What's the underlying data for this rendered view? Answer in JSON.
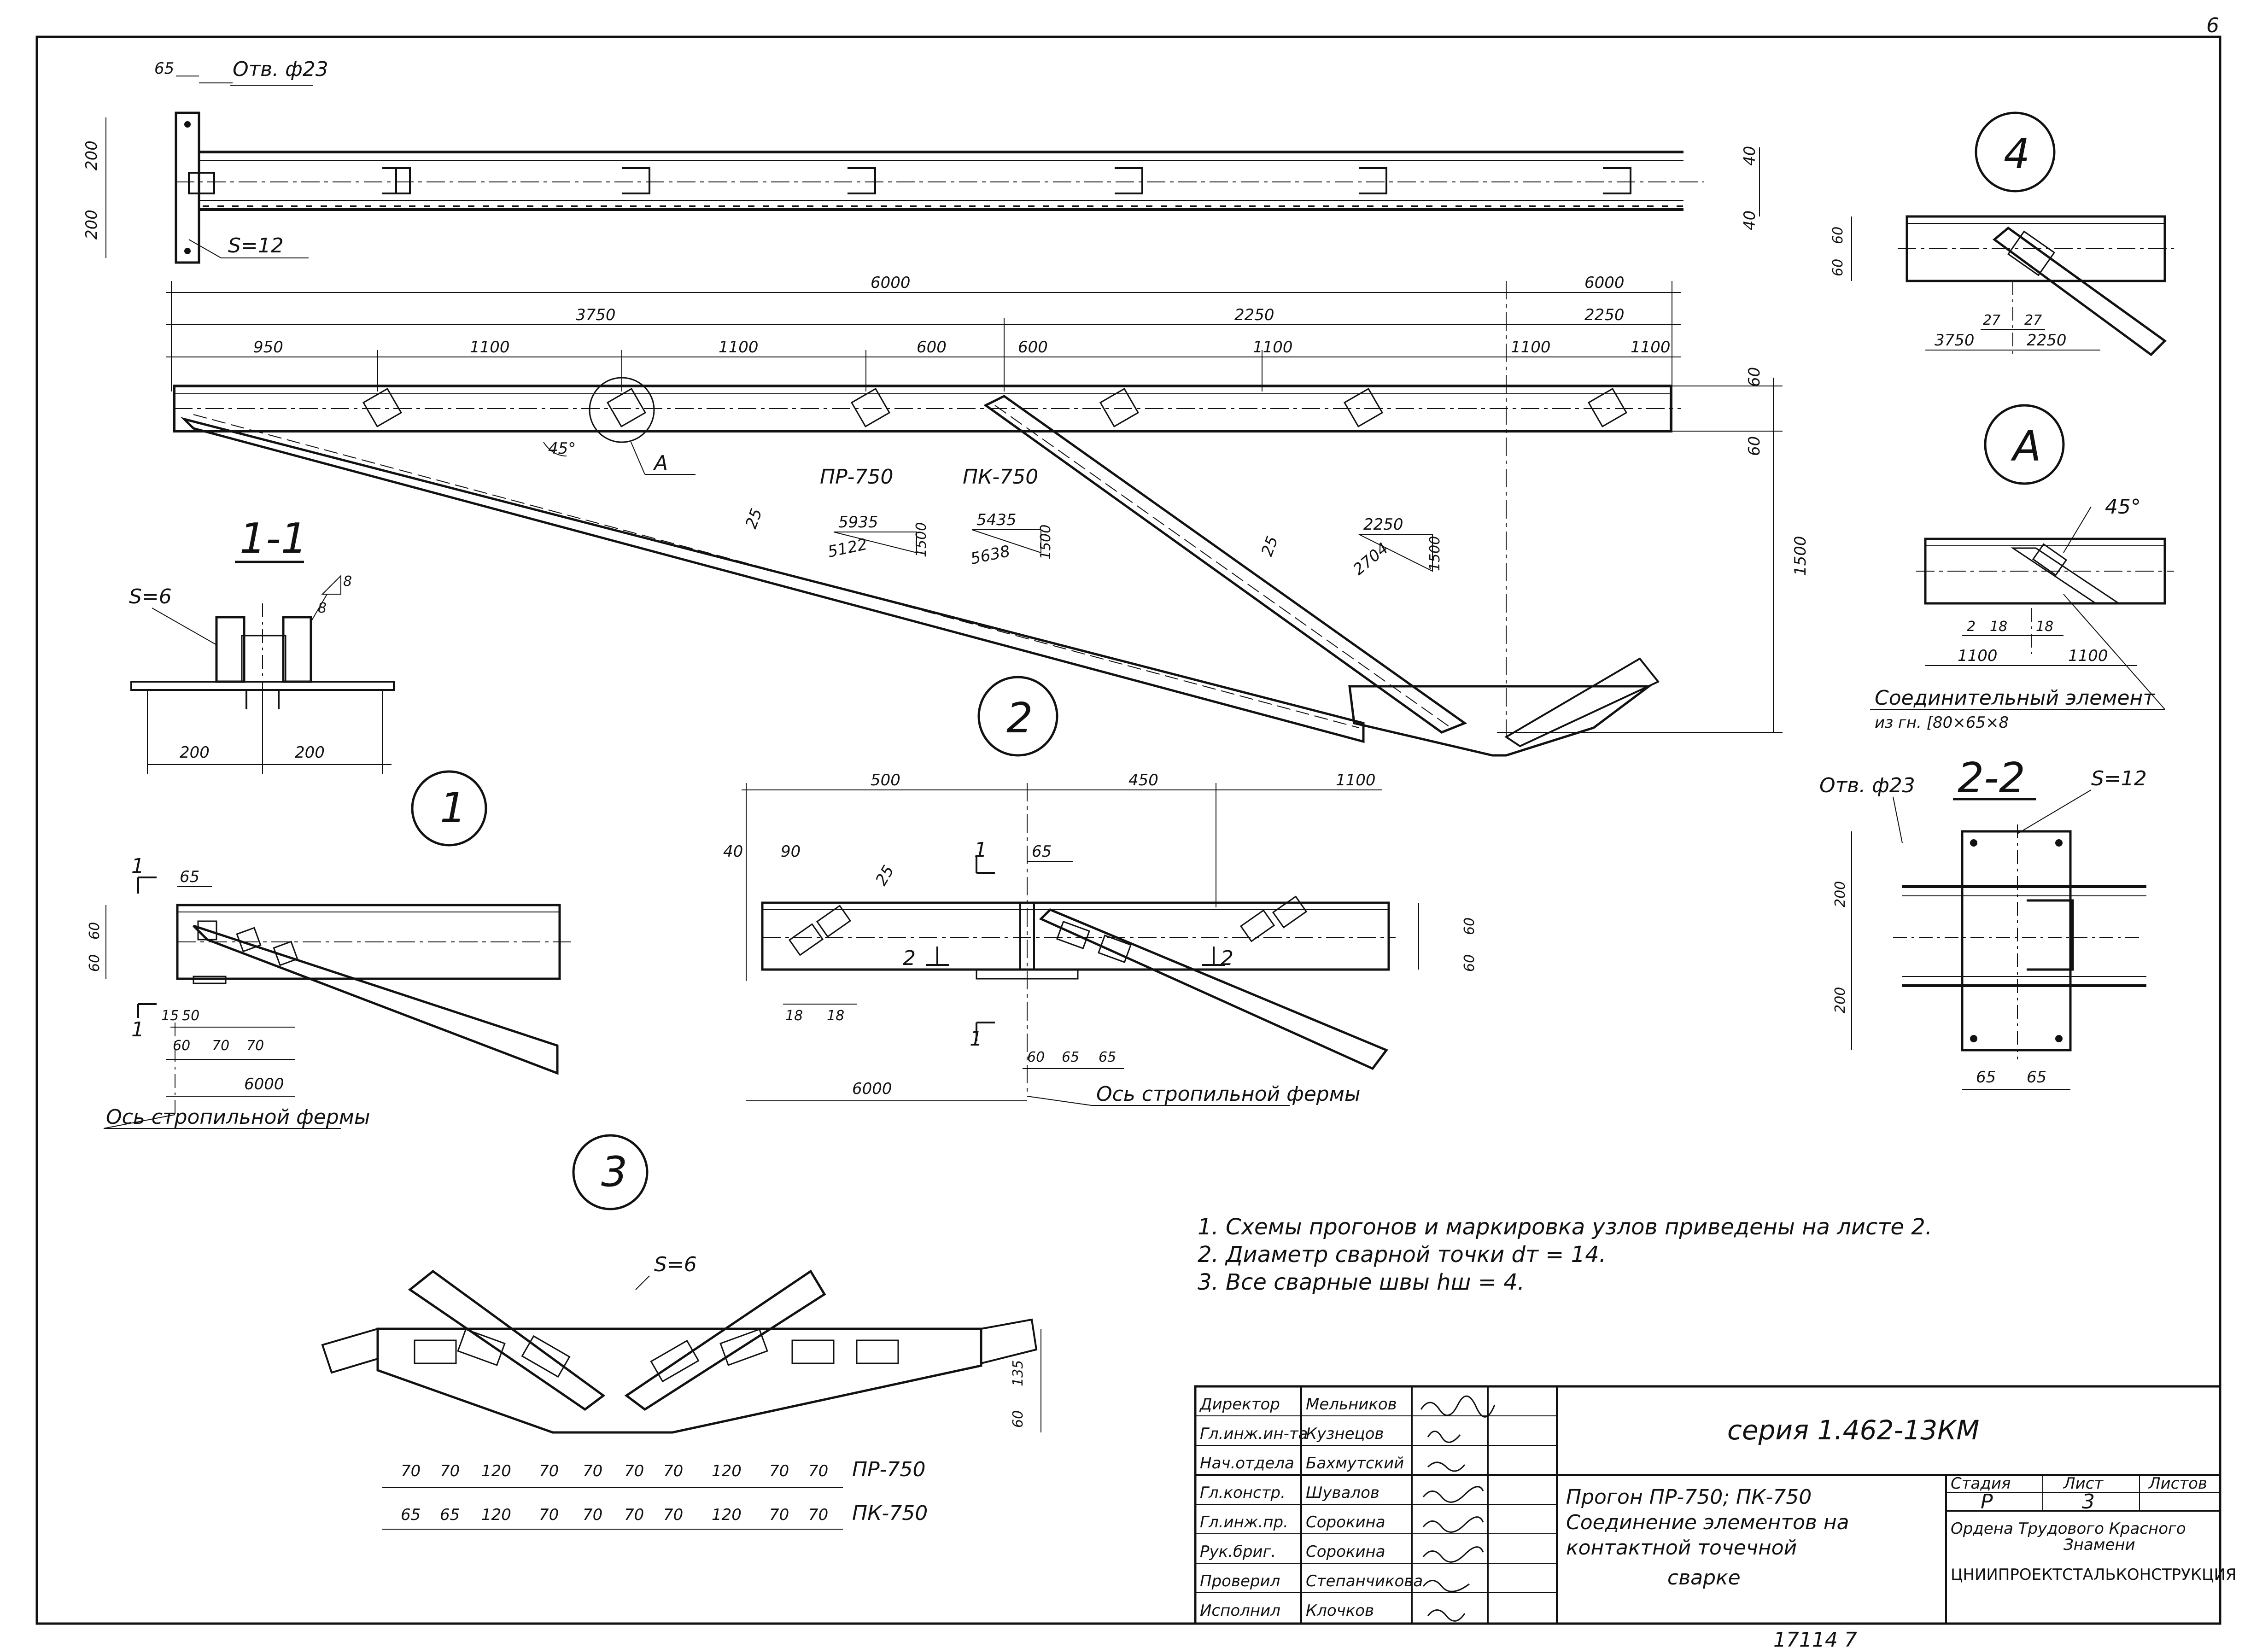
{
  "page_number": "6",
  "top_plan": {
    "hole_label": "Отв. ф23",
    "plate_label": "S=12",
    "dims": {
      "top": "65",
      "left_top": "200",
      "left_bottom": "200",
      "right_top": "40",
      "right_bottom": "40"
    }
  },
  "elevation": {
    "overall": [
      "6000",
      "6000"
    ],
    "secondary": [
      "3750",
      "2250",
      "2250"
    ],
    "segments": [
      "950",
      "1100",
      "1100",
      "600",
      "600",
      "1100",
      "1100",
      "1100"
    ],
    "right_top": "60",
    "right_bottom": "60",
    "height": "1500",
    "angle": "45°",
    "callout": "А",
    "mark_pr": "ПР-750",
    "mark_pk": "ПК-750",
    "size_25a": "25",
    "size_25b": "25",
    "tri1": {
      "a": "5935",
      "b": "5122",
      "c": "1500"
    },
    "tri2": {
      "a": "5435",
      "b": "5638",
      "c": "1500"
    },
    "tri3": {
      "a": "2250",
      "b": "2704",
      "c": "1500"
    }
  },
  "section_1_1": {
    "title": "1-1",
    "plate": "S=6",
    "weld_a": "8",
    "weld_b": "8",
    "dims": [
      "200",
      "200"
    ]
  },
  "node1": {
    "label": "1",
    "cut": "1",
    "dims": {
      "d65": "65",
      "d60a": "60",
      "d60b": "60",
      "d15": "15",
      "d50": "50",
      "d60": "60",
      "d70a": "70",
      "d70b": "70",
      "d6000": "6000"
    },
    "axis": "Ось стропильной фермы"
  },
  "node2": {
    "label": "2",
    "cut": "1",
    "sec": "2",
    "dims": {
      "d500": "500",
      "d450": "450",
      "d1100": "1100",
      "d40": "40",
      "d90": "90",
      "d25": "25",
      "d65": "65",
      "d18a": "18",
      "d18b": "18",
      "d60r1": "60",
      "d60r2": "60",
      "b60": "60",
      "b65a": "65",
      "b65b": "65",
      "d6000": "6000"
    },
    "axis": "Ось стропильной фермы"
  },
  "node3": {
    "label": "3",
    "plate": "S=6",
    "d135": "135",
    "d60": "60",
    "row_pr": [
      "70",
      "70",
      "120",
      "70",
      "70",
      "70",
      "70",
      "120",
      "70",
      "70"
    ],
    "mark_pr": "ПР-750",
    "row_pk": [
      "65",
      "65",
      "120",
      "70",
      "70",
      "70",
      "70",
      "120",
      "70",
      "70"
    ],
    "mark_pk": "ПК-750"
  },
  "node4": {
    "label": "4",
    "dims": {
      "d60a": "60",
      "d60b": "60",
      "d27a": "27",
      "d27b": "27",
      "d3750": "3750",
      "d2250": "2250"
    }
  },
  "nodeA": {
    "label": "А",
    "angle": "45°",
    "dims": {
      "d2": "2",
      "d18a": "18",
      "d18b": "18",
      "d1100a": "1100",
      "d1100b": "1100"
    },
    "caption": "Соединительный элемент",
    "caption2": "из гн. [80×65×8"
  },
  "section_2_2": {
    "title": "2-2",
    "hole": "Отв. ф23",
    "plate": "S=12",
    "d200a": "200",
    "d200b": "200",
    "d65a": "65",
    "d65b": "65"
  },
  "notes": [
    "1. Схемы прогонов и маркировка узлов приведены на листе 2.",
    "2. Диаметр сварной точки dт = 14.",
    "3. Все сварные швы hш = 4."
  ],
  "title_block": {
    "rows": [
      {
        "role": "Директор",
        "name": "Мельников"
      },
      {
        "role": "Гл.инж.ин-та",
        "name": "Кузнецов"
      },
      {
        "role": "Нач.отдела",
        "name": "Бахмутский"
      },
      {
        "role": "Гл.констр.",
        "name": "Шувалов"
      },
      {
        "role": "Гл.инж.пр.",
        "name": "Сорокина"
      },
      {
        "role": "Рук.бриг.",
        "name": "Сорокина"
      },
      {
        "role": "Проверил",
        "name": "Степанчикова"
      },
      {
        "role": "Исполнил",
        "name": "Клочков"
      }
    ],
    "series": "серия 1.462-13КМ",
    "title_lines": [
      "Прогон ПР-750; ПК-750",
      "Соединение элементов на",
      "контактной точечной",
      "сварке"
    ],
    "stage_label": "Стадия",
    "sheet_label": "Лист",
    "sheets_label": "Листов",
    "stage": "Р",
    "sheet": "3",
    "org1": "Ордена Трудового Красного",
    "org2": "Знамени",
    "org3": "ЦНИИПРОЕКТСТАЛЬКОНСТРУКЦИЯ"
  },
  "doc_number": "17114 7"
}
